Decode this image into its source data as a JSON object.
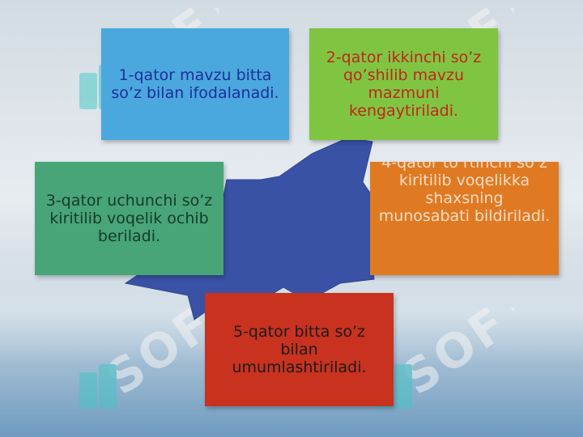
{
  "colors": {
    "star": "#3a52a6",
    "box1": "#4aa8de",
    "box2": "#80c542",
    "box3": "#47a577",
    "box4": "#e07a22",
    "box5": "#c8321f"
  },
  "watermark": {
    "text": "SOFT",
    "icon": "soft-logo-icon"
  },
  "boxes": {
    "b1": "1-qator mavzu bitta so’z bilan ifodalanadi.",
    "b2": "2-qator ikkinchi so’z qo’shilib mavzu mazmuni kengaytiriladi.",
    "b3": "3-qator uchunchi so’z kiritilib voqelik ochib beriladi.",
    "b4": "4-qator to’rtinchi so’z kiritilib voqelikka shaxsning munosabati bildiriladi.",
    "b5": "5-qator bitta so’z bilan umumlashtiriladi."
  }
}
